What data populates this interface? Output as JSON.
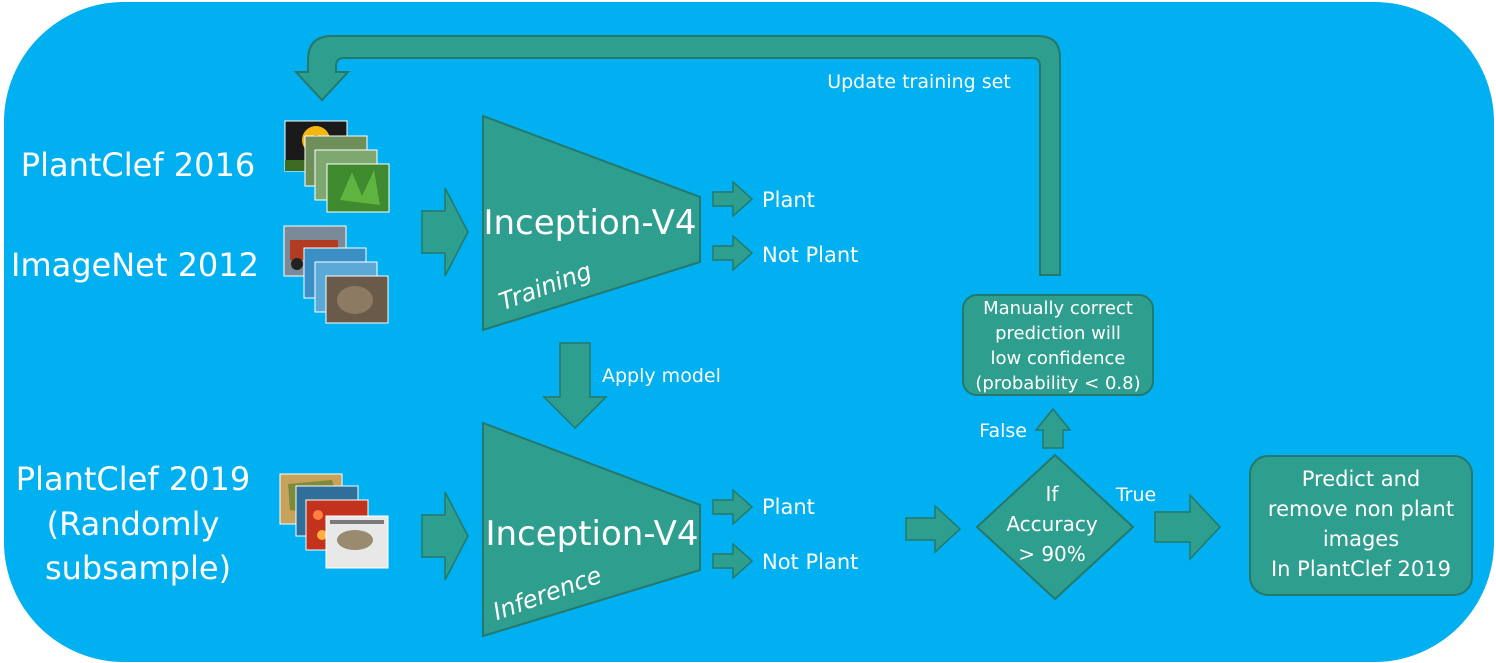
{
  "datasets": {
    "plantclef2016": "PlantClef 2016",
    "imagenet2012": "ImageNet 2012",
    "plantclef2019_line1": "PlantClef 2019",
    "plantclef2019_line2": "(Randomly",
    "plantclef2019_line3": "subsample)"
  },
  "training_model": {
    "label": "Inception-V4",
    "stage": "Training"
  },
  "inference_model": {
    "label": "Inception-V4",
    "stage": "Inference"
  },
  "training_outputs": {
    "plant": "Plant",
    "not_plant": "Not Plant"
  },
  "inference_outputs": {
    "plant": "Plant",
    "not_plant": "Not Plant"
  },
  "apply_model_label": "Apply model",
  "update_training_label": "Update training set",
  "manual_correction": {
    "line1": "Manually correct",
    "line2": "prediction will",
    "line3": "low confidence",
    "line4": "(probability < 0.8)"
  },
  "decision": {
    "line1": "If",
    "line2": "Accuracy",
    "line3": "> 90%"
  },
  "false_label": "False",
  "true_label": "True",
  "final_step": {
    "line1": "Predict and",
    "line2": "remove non plant",
    "line3": "images",
    "line4": "In PlantClef 2019"
  },
  "colors": {
    "background": "#00b0f0",
    "teal": "#2e9e8e",
    "teal_border": "#25786c",
    "text": "#ffffff"
  }
}
